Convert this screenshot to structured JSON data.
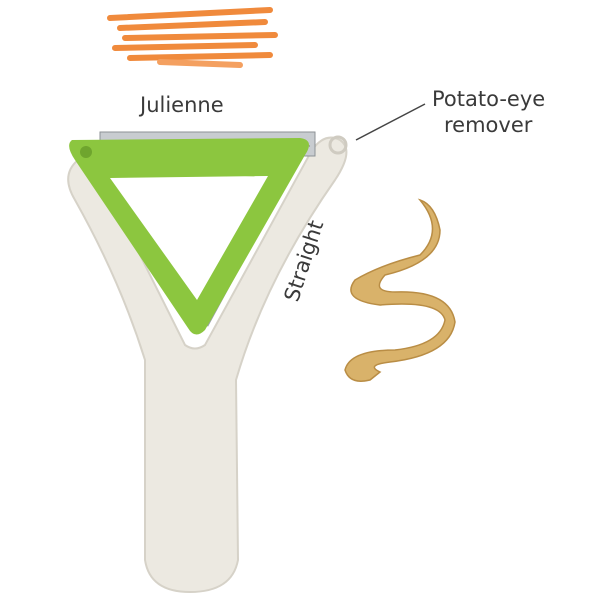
{
  "labels": {
    "julienne": "Julienne",
    "potato_eye_line1": "Potato-eye",
    "potato_eye_line2": "remover",
    "straight": "Straight"
  },
  "colors": {
    "handle": "#ece9e1",
    "frame": "#8cc63f",
    "carrot": "#f08a3c",
    "potato_peel": "#d9b26a"
  }
}
